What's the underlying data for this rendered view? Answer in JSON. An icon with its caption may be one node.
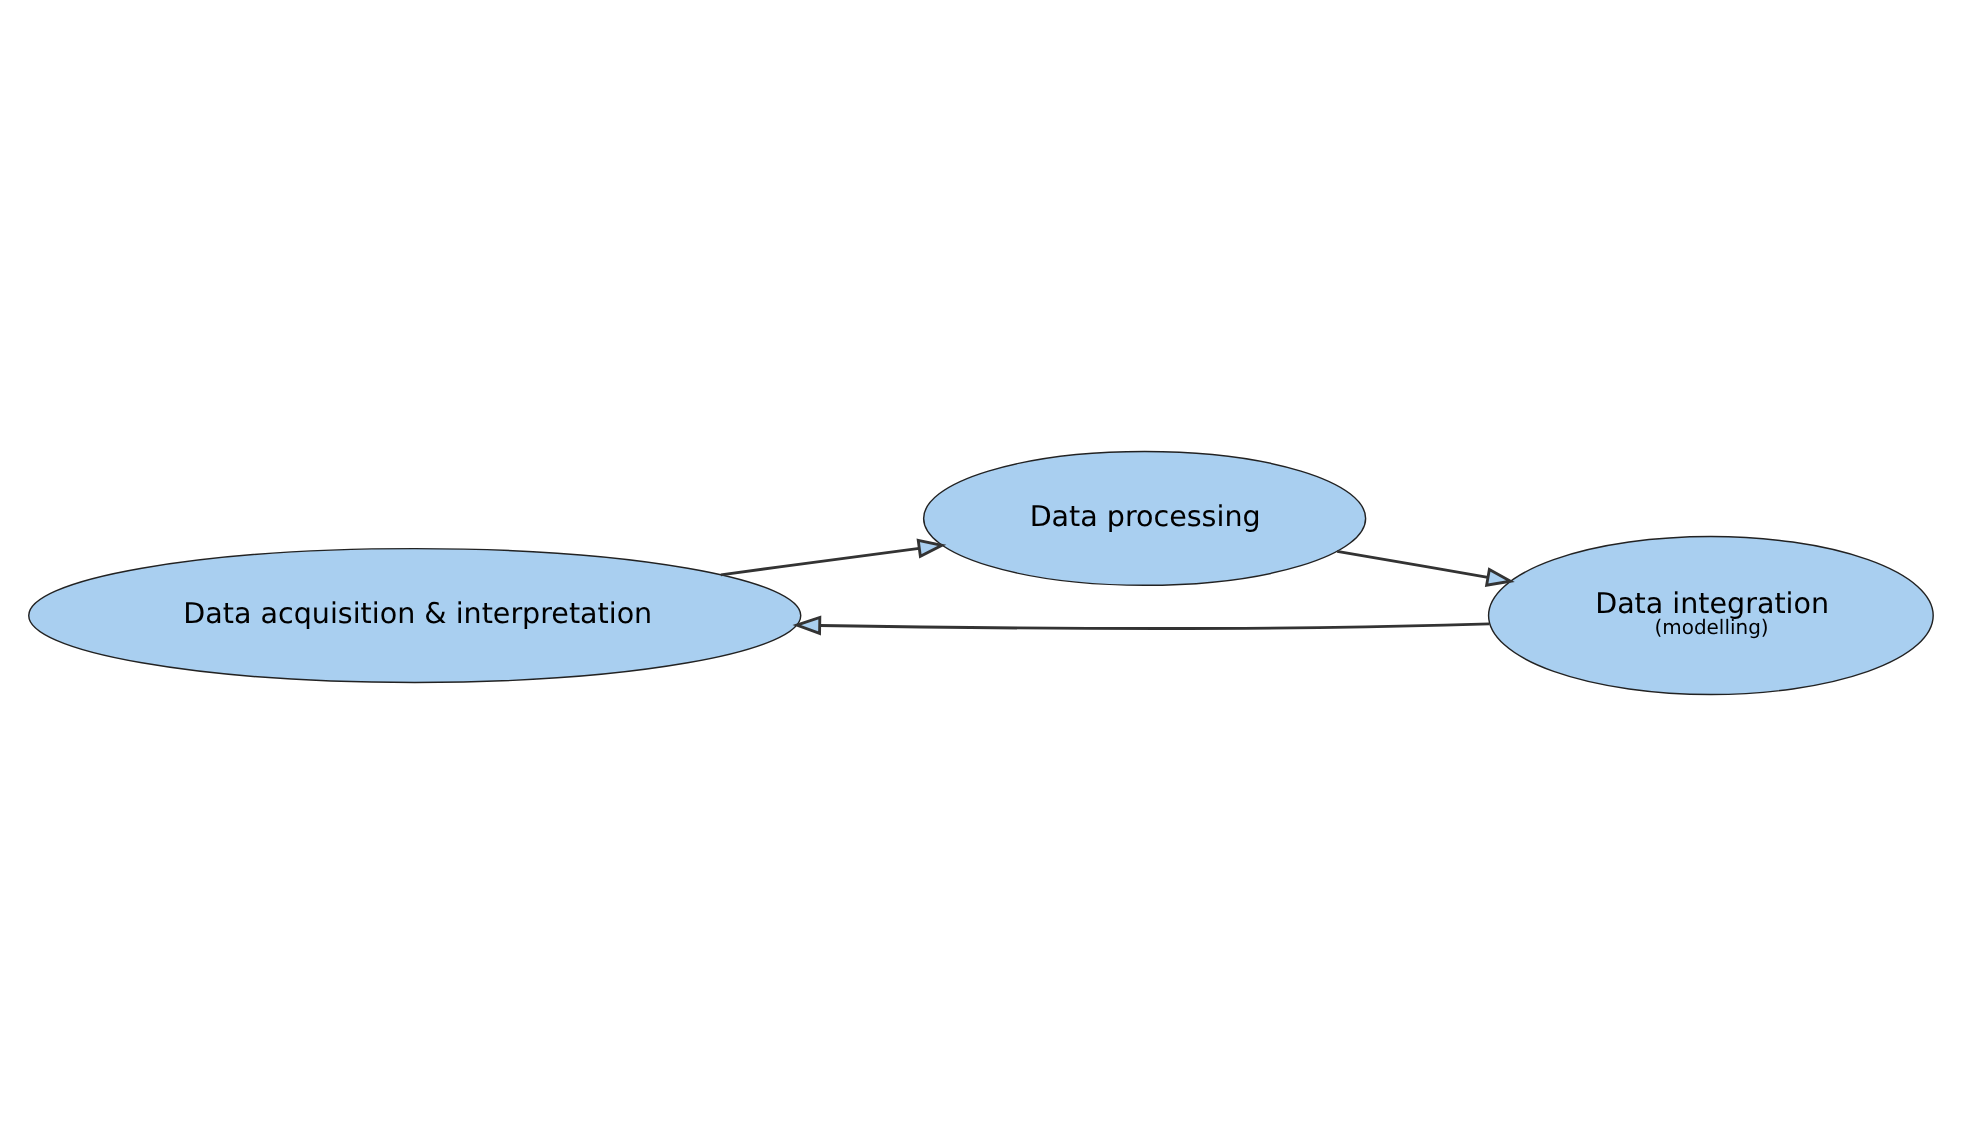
{
  "diagram": {
    "nodes": [
      {
        "text": [
          "Data acquisition & interpretation"
        ]
      },
      {
        "text": [
          "Data processing"
        ]
      },
      {
        "text": [
          "Data integration",
          "(modelling)"
        ]
      }
    ],
    "edges": [
      {
        "from": 0,
        "to": 1,
        "arrow": "to"
      },
      {
        "from": 1,
        "to": 2,
        "arrow": "to"
      },
      {
        "from": 2,
        "to": 0,
        "arrow": "to"
      }
    ]
  }
}
